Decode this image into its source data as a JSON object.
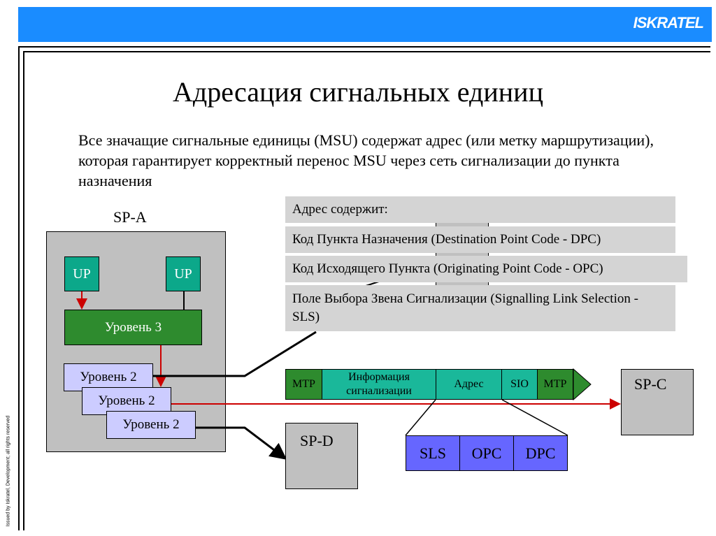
{
  "header": {
    "logo": "ISKRATEL",
    "side_note": "Issued by Iskratel, Development; all rights reserved"
  },
  "slide": {
    "title": "Адресация сигнальных единиц",
    "intro": "Все значащие сигнальные единицы (MSU) содержат адрес (или метку маршрутизации), которая гарантирует корректный перенос MSU через сеть сигнализации до пункта назначения"
  },
  "sp_a": {
    "label": "SP-A",
    "up1": "UP",
    "up2": "UP",
    "level3": "Уровень 3",
    "level2_items": [
      "Уровень 2",
      "Уровень 2",
      "Уровень 2"
    ]
  },
  "address_box": {
    "heading": "Адрес содержит:",
    "items": [
      "Код Пункта Назначения (Destination Point Code - DPC)",
      "Код Исходящего Пункта (Originating Point Code - OPC)",
      "Поле Выбора Звена Сигнализации (Signalling Link Selection - SLS)"
    ]
  },
  "msu": {
    "cells": [
      "MTP",
      "Информация сигнализации",
      "Адрес",
      "SIO",
      "MTP"
    ]
  },
  "nodes": {
    "sp_c": "SP-C",
    "sp_d": "SP-D"
  },
  "address_fields": [
    "SLS",
    "OPC",
    "DPC"
  ],
  "colors": {
    "header_bar": "#1a8cff",
    "up_box": "#0ca88a",
    "level3": "#2e8b2e",
    "level2": "#ccccff",
    "msu_green": "#2e8b2e",
    "msu_teal": "#1ab89a",
    "address_fields": "#6666ff",
    "arrow_red": "#cc0000"
  }
}
